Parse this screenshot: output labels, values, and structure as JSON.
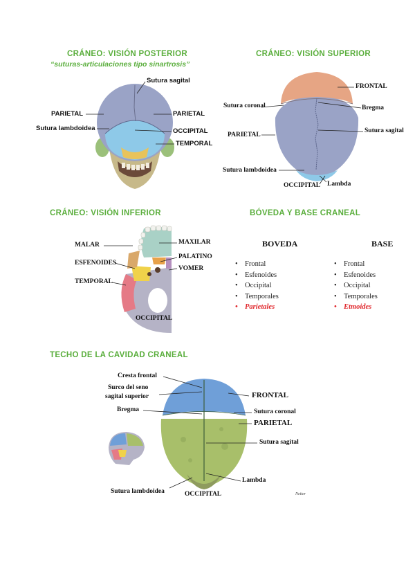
{
  "posterior": {
    "title": "CRÁNEO: VISIÓN POSTERIOR",
    "subtitle": "“suturas-articulaciones tipo sinartrosis”",
    "labels": {
      "sutura_sagital": "Sutura sagital",
      "parietal_left": "PARIETAL",
      "parietal_right": "PARIETAL",
      "sutura_lambdoidea": "Sutura lambdoidea",
      "occipital": "OCCIPITAL",
      "temporal": "TEMPORAL"
    }
  },
  "superior": {
    "title": "CRÁNEO: VISIÓN SUPERIOR",
    "labels": {
      "frontal": "FRONTAL",
      "sutura_coronal": "Sutura coronal",
      "bregma": "Bregma",
      "parietal": "PARIETAL",
      "sutura_sagital": "Sutura sagital",
      "sutura_lambdoidea": "Sutura lambdoidea",
      "occipital": "OCCIPITAL",
      "lambda": "Lambda"
    }
  },
  "inferior": {
    "title": "CRÁNEO: VISIÓN INFERIOR",
    "labels": {
      "malar": "MALAR",
      "maxilar": "MAXILAR",
      "palatino": "PALATINO",
      "esfenoides": "ESFENOIDES",
      "vomer": "VOMER",
      "temporal": "TEMPORAL",
      "occipital": "OCCIPITAL"
    }
  },
  "boveda_base": {
    "title": "BÓVEDA Y BASE CRANEAL",
    "boveda_heading": "BOVEDA",
    "base_heading": "BASE",
    "bullet": "•",
    "boveda_items": [
      "Frontal",
      "Esfenoides",
      "Occipital",
      "Temporales"
    ],
    "boveda_highlight": "Parietales",
    "base_items": [
      "Frontal",
      "Esfenoides",
      "Occipital",
      "Temporales"
    ],
    "base_highlight": "Etmoides"
  },
  "techo": {
    "title": "TECHO DE LA CAVIDAD CRANEAL",
    "labels": {
      "cresta_frontal": "Cresta frontal",
      "surco_line1": "Surco del seno",
      "surco_line2": "sagital superior",
      "bregma": "Bregma",
      "frontal": "FRONTAL",
      "sutura_coronal": "Sutura coronal",
      "parietal": "PARIETAL",
      "sutura_sagital": "Sutura sagital",
      "lambda": "Lambda",
      "sutura_lambdoidea": "Sutura lambdoidea",
      "occipital": "OCCIPITAL",
      "signature": "Netter"
    }
  },
  "colors": {
    "title_green": "#5aae3c",
    "highlight_red": "#e0262b",
    "parietal_lavender": "#9aa3c6",
    "occipital_blue": "#8ec9e8",
    "frontal_salmon": "#e6a584",
    "frontal_blue": "#6f9fd8",
    "parietal_green": "#a8bf6a"
  }
}
